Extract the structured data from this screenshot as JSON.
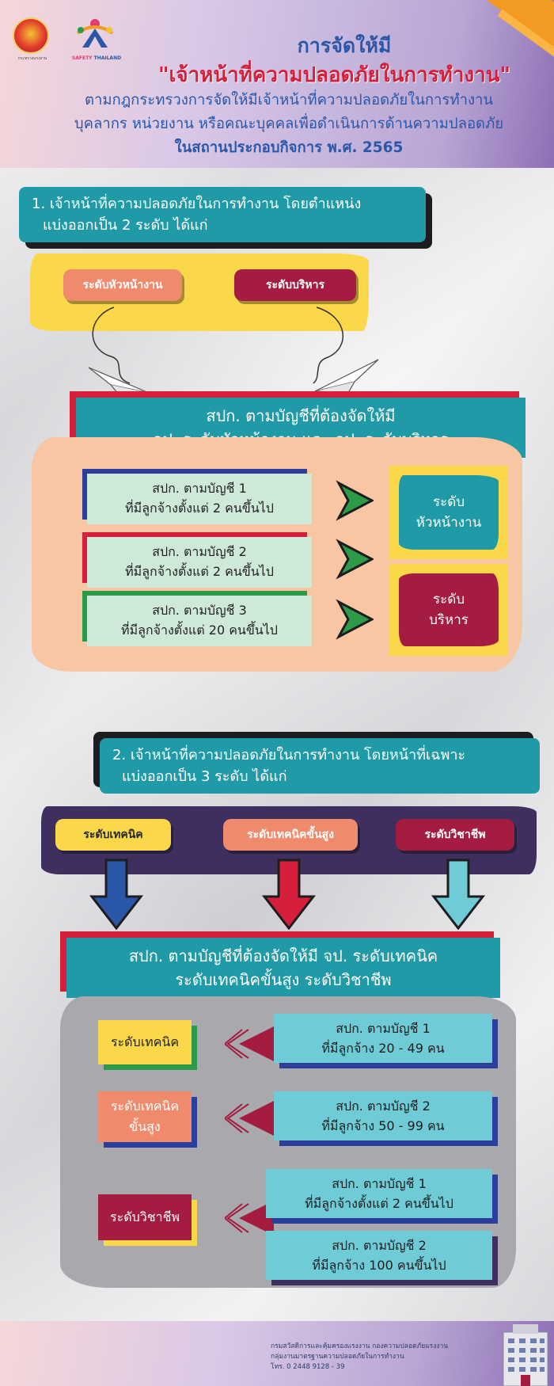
{
  "header": {
    "title": "การจัดให้มี",
    "quote": "\"เจ้าหน้าที่ความปลอดภัยในการทำงาน\"",
    "subtitle_lines": [
      "ตามกฎกระทรวงการจัดให้มีเจ้าหน้าที่ความปลอดภัยในการทำงาน",
      "บุคลากร หน่วยงาน หรือคณะบุคคลเพื่อดำเนินการด้านความปลอดภัย",
      "ในสถานประกอบกิจการ พ.ศ. 2565"
    ],
    "logo_caption": "กระทรวงแรงงาน",
    "logo2_words": [
      "SAFETY",
      "THAILAND"
    ]
  },
  "section1": {
    "heading_lines": [
      "1. เจ้าหน้าที่ความปลอดภัยในการทำงาน โดยตำแหน่ง",
      "แบ่งออกเป็น 2 ระดับ ได้แก่"
    ],
    "pills": [
      "ระดับหัวหน้างาน",
      "ระดับบริหาร"
    ],
    "banner_lines": [
      "สปก. ตามบัญชีที่ต้องจัดให้มี",
      "จป. ระดับหัวหน้างาน และ จป. ระดับบริหาร"
    ],
    "cards": [
      {
        "line1": "สปก. ตามบัญชี 1",
        "line2": "ที่มีลูกจ้างตั้งแต่ 2 คนขึ้นไป"
      },
      {
        "line1": "สปก. ตามบัญชี 2",
        "line2": "ที่มีลูกจ้างตั้งแต่ 2 คนขึ้นไป"
      },
      {
        "line1": "สปก. ตามบัญชี 3",
        "line2": "ที่มีลูกจ้างตั้งแต่ 20 คนขึ้นไป"
      }
    ],
    "levels": [
      {
        "line1": "ระดับ",
        "line2": "หัวหน้างาน"
      },
      {
        "line1": "ระดับ",
        "line2": "บริหาร"
      }
    ]
  },
  "section2": {
    "heading_lines": [
      "2. เจ้าหน้าที่ความปลอดภัยในการทำงาน โดยหน้าที่เฉพาะ",
      "แบ่งออกเป็น 3 ระดับ ได้แก่"
    ],
    "pills": [
      "ระดับเทคนิค",
      "ระดับเทคนิคขั้นสูง",
      "ระดับวิชาชีพ"
    ],
    "banner_lines": [
      "สปก. ตามบัญชีที่ต้องจัดให้มี จป. ระดับเทคนิค",
      "ระดับเทคนิคขั้นสูง ระดับวิชาชีพ"
    ],
    "rows": [
      {
        "level_lines": [
          "ระดับเทคนิค"
        ],
        "cards": [
          {
            "line1": "สปก. ตามบัญชี 1",
            "line2": "ที่มีลูกจ้าง 20 - 49 คน"
          }
        ]
      },
      {
        "level_lines": [
          "ระดับเทคนิค",
          "ขั้นสูง"
        ],
        "cards": [
          {
            "line1": "สปก. ตามบัญชี 2",
            "line2": "ที่มีลูกจ้าง 50 - 99 คน"
          }
        ]
      },
      {
        "level_lines": [
          "ระดับวิชาชีพ"
        ],
        "cards": [
          {
            "line1": "สปก. ตามบัญชี 1",
            "line2": "ที่มีลูกจ้างตั้งแต่ 2 คนขึ้นไป"
          },
          {
            "line1": "สปก. ตามบัญชี 2",
            "line2": "ที่มีลูกจ้าง 100 คนขึ้นไป"
          }
        ]
      }
    ]
  },
  "footer": {
    "lines": [
      "กรมสวัสดิการและคุ้มครองแรงงาน  กองความปลอดภัยแรงงาน",
      "กลุ่มงานมาตรฐานความปลอดภัยในการทำงาน",
      "โทร. 0 2448 9128 - 39"
    ]
  },
  "colors": {
    "teal": "#1f9aa6",
    "crimson": "#a41d40",
    "red": "#d61f3a",
    "yellow": "#fbd84a",
    "salmon": "#f08a6c",
    "navy": "#2b3e9a",
    "green": "#2d9a4a",
    "purple": "#3e2f5e",
    "title_blue": "#2b57a8"
  },
  "icons": [
    "ministry-seal-icon",
    "safety-thailand-logo-icon",
    "paper-plane-icon",
    "chevron-right-icon",
    "down-arrow-icon",
    "double-chevron-left-icon",
    "building-icon"
  ]
}
